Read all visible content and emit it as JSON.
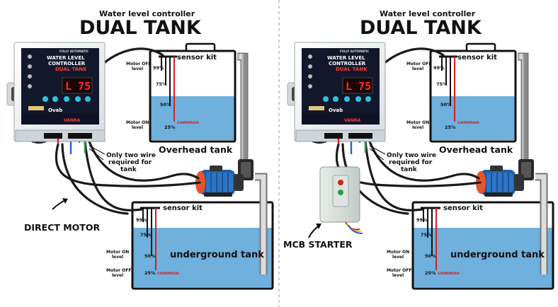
{
  "left": {
    "header_small": "Water level controller",
    "header_big": "DUAL TANK",
    "overhead": {
      "sensor_label": "sensor kit",
      "level_99": "99%",
      "level_75": "75%",
      "level_50": "50%",
      "level_25": "25%",
      "common": "common",
      "motor_off_1": "Motor OFF",
      "motor_off_2": "level",
      "motor_on_1": "Motor ON",
      "motor_on_2": "level",
      "tank_label": "Overhead tank"
    },
    "underground": {
      "sensor_label": "sensor kit",
      "level_99": "99%",
      "level_75": "75%",
      "level_50": "50%",
      "level_25": "25%",
      "common": "common",
      "motor_on_1": "Motor ON",
      "motor_on_2": "level",
      "motor_off_1": "Motor OFF",
      "motor_off_2": "level",
      "tank_label": "underground tank"
    },
    "note_1": "Only two wire",
    "note_2": "required for",
    "note_3": "tank",
    "callout": "DIRECT MOTOR",
    "controller": {
      "top_note": "FULLY AUTOMATIC",
      "line1": "WATER LEVEL",
      "line2": "CONTROLLER",
      "line3": "DUAL TANK",
      "display": "L 75",
      "brand_mid": "Ovab",
      "brand": "VANRA"
    }
  },
  "right": {
    "header_small": "Water level controller",
    "header_big": "DUAL TANK",
    "overhead": {
      "sensor_label": "sensor kit",
      "level_99": "99%",
      "level_75": "75%",
      "level_50": "50%",
      "level_25": "25%",
      "common": "common",
      "motor_off_1": "Motor OFF",
      "motor_off_2": "level",
      "motor_on_1": "Motor ON",
      "motor_on_2": "level",
      "tank_label": "Overhead tank"
    },
    "underground": {
      "sensor_label": "sensor kit",
      "level_99": "99%",
      "level_75": "75%",
      "level_50": "50%",
      "level_25": "25%",
      "common": "common",
      "motor_on_1": "Motor ON",
      "motor_on_2": "level",
      "motor_off_1": "Motor OFF",
      "motor_off_2": "level",
      "tank_label": "underground tank"
    },
    "note_1": "Only two wire",
    "note_2": "required for",
    "note_3": "tank",
    "callout": "MCB STARTER",
    "controller": {
      "top_note": "FULLY AUTOMATIC",
      "line1": "WATER LEVEL",
      "line2": "CONTROLLER",
      "line3": "DUAL TANK",
      "display": "L 75",
      "brand_mid": "Ovab",
      "brand": "VANRA"
    }
  },
  "colors": {
    "water": "#6fb0dc",
    "pump_body": "#1f5fa8",
    "pump_motor_cap": "#e8542a",
    "display_red": "#ff2a2a",
    "sensor_red": "#d42020",
    "sensor_black": "#111111",
    "divider": "#bbbbbb"
  }
}
